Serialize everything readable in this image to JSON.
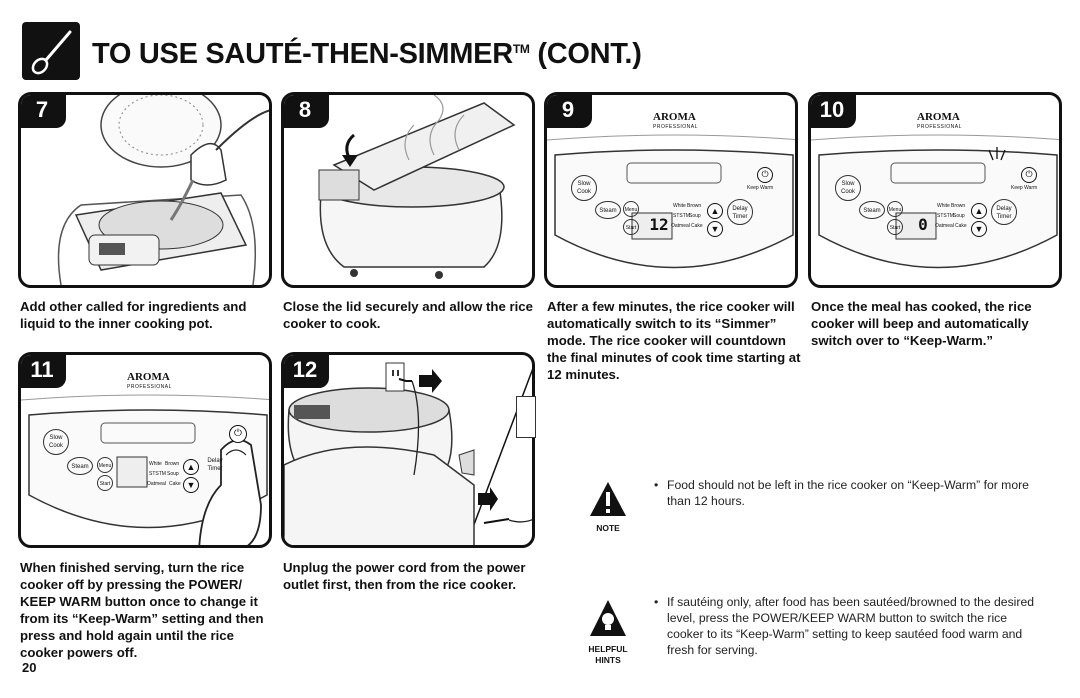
{
  "header": {
    "title": "TO USE SAUTÉ-THEN-SIMMER",
    "trademark": "TM",
    "title_suffix": " (CONT.)"
  },
  "brand": {
    "name": "AROMA",
    "sub": "PROFESSIONAL"
  },
  "control_panel": {
    "slow_cook": "Slow Cook",
    "steam": "Steam",
    "menu": "Menu",
    "start": "Start",
    "delay_timer": "Delay Timer",
    "keep_warm": "Keep Warm",
    "white": "White",
    "brown": "Brown",
    "saute": "STSTM",
    "soup": "Soup",
    "oatmeal": "Oatmeal",
    "cake": "Cake",
    "display_9": "12",
    "display_10": "0"
  },
  "steps": [
    {
      "number": "7",
      "caption": "Add other called for ingredients and liquid to the inner cooking pot."
    },
    {
      "number": "8",
      "caption": "Close the lid securely and allow the rice cooker to cook."
    },
    {
      "number": "9",
      "caption": "After a few minutes, the rice cooker will automatically switch to its “Simmer” mode. The rice cooker will countdown the final minutes of cook time starting at 12 minutes."
    },
    {
      "number": "10",
      "caption": "Once the meal has cooked, the rice cooker will beep and automatically switch over to “Keep-Warm.”"
    },
    {
      "number": "11",
      "caption": "When finished serving, turn the rice cooker off by pressing the POWER/ KEEP WARM button once to change it from its “Keep-Warm” setting and then press and hold again until the rice cooker powers off."
    },
    {
      "number": "12",
      "caption": "Unplug the power cord from the power outlet first, then from the rice cooker."
    }
  ],
  "note": {
    "label": "NOTE",
    "text": "Food should not be left in the rice cooker on “Keep-Warm” for more than 12 hours."
  },
  "hints": {
    "label_1": "HELPFUL",
    "label_2": "HINTS",
    "text": "If sautéing only, after food has been sautéed/browned to the desired level, press the POWER/KEEP WARM button to switch the rice cooker to its “Keep-Warm” setting to keep sautéed food warm and fresh for serving."
  },
  "footer": {
    "page_number": "20"
  }
}
